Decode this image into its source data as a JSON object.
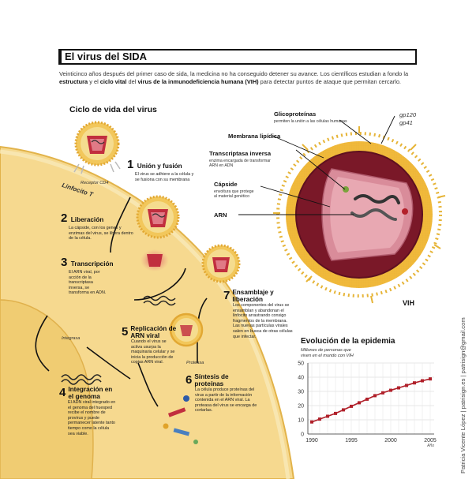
{
  "header": {
    "title": "El virus del SIDA",
    "intro_1": "Veinticinco años después del primer caso de sida, la medicina no ha conseguido detener su avance. Los científicos estudian a fondo la",
    "intro_2a": "estructura",
    "intro_2b": " y el ",
    "intro_2c": "ciclo vital",
    "intro_2d": " del ",
    "intro_2e": "virus de la inmunodeficiencia humana (VIH)",
    "intro_2f": " para detectar puntos de ataque que permitan cercarlo."
  },
  "cycle": {
    "title": "Ciclo de vida del virus",
    "receptor": "Receptor CD4",
    "linfocito": "Linfocito T",
    "integrasa": "Integrasa",
    "proteasa": "Proteasa",
    "steps": [
      {
        "n": "1",
        "title": "Unión y fusión",
        "text": "El virus se adhiere a la célula y se fusiona con su membrana"
      },
      {
        "n": "2",
        "title": "Liberación",
        "text": "La cápside, con los genes y enzimas del virus, se libera dentro de la célula."
      },
      {
        "n": "3",
        "title": "Transcripción",
        "text": "El ARN viral, por acción de la transcriptasa inversa, se transforma en ADN."
      },
      {
        "n": "4",
        "title": "Integración en el genoma",
        "text": "El ADN viral integrado en el genoma del huesped recibe el nombre de provirus y puede permanecer latente tanto tiempo como la célula sea viable."
      },
      {
        "n": "5",
        "title": "Replicación de ARN viral",
        "text": "Cuando el virus se activa usurpa la maquinaria celular y se inicia la producción de copias ARN viral."
      },
      {
        "n": "6",
        "title": "Síntesis de proteínas",
        "text": "La célula produce proteínas del virus a partir de la información contenida en el ARN viral. La proteasa del virus se encarga de cortarlas."
      },
      {
        "n": "7",
        "title": "Ensamblaje y liberación",
        "text": "Los componentes del virus se ensamblan y abandonan el linfocito arrastrando consigo fragmentos de la membrana. Las nuevas partículas virales salen en busca de otras células que infectar."
      }
    ]
  },
  "virus": {
    "name": "VIH",
    "glicoproteinas": "Glicoproteínas",
    "glicoproteinas_desc": "permiten la unión a las células humanas",
    "gp120": "gp120",
    "gp41": "gp41",
    "membrana": "Membrana lipídica",
    "transcriptasa": "Transcriptasa inversa",
    "transcriptasa_desc_1": "enzima encargada de transformar",
    "transcriptasa_desc_2": "ARN en ADN",
    "capside": "Cápside",
    "capside_desc_1": "envoltura que protege",
    "capside_desc_2": "al material genético",
    "arn": "ARN"
  },
  "chart_data": {
    "type": "line",
    "title": "Evolución de la epidemia",
    "subtitle_1": "Millones de personas que",
    "subtitle_2": "viven en el mundo con VIH",
    "xlabel": "Año",
    "ylabel": "",
    "xlim": [
      1989.5,
      2005.5
    ],
    "ylim": [
      0,
      50
    ],
    "xticks": [
      1990,
      1995,
      2000,
      2005
    ],
    "yticks": [
      0,
      10,
      20,
      30,
      40,
      50
    ],
    "color": "#b0202a",
    "x": [
      1990,
      1991,
      1992,
      1993,
      1994,
      1995,
      1996,
      1997,
      1998,
      1999,
      2000,
      2001,
      2002,
      2003,
      2004,
      2005
    ],
    "y": [
      8.5,
      10.5,
      12.5,
      14.5,
      17,
      19.5,
      22,
      24.5,
      27,
      29,
      30.8,
      32.5,
      34.2,
      36,
      37.5,
      38.8
    ]
  },
  "credit": "Patricia Vicente López  |  patrisign.es  |  patrisign@gmail.com"
}
